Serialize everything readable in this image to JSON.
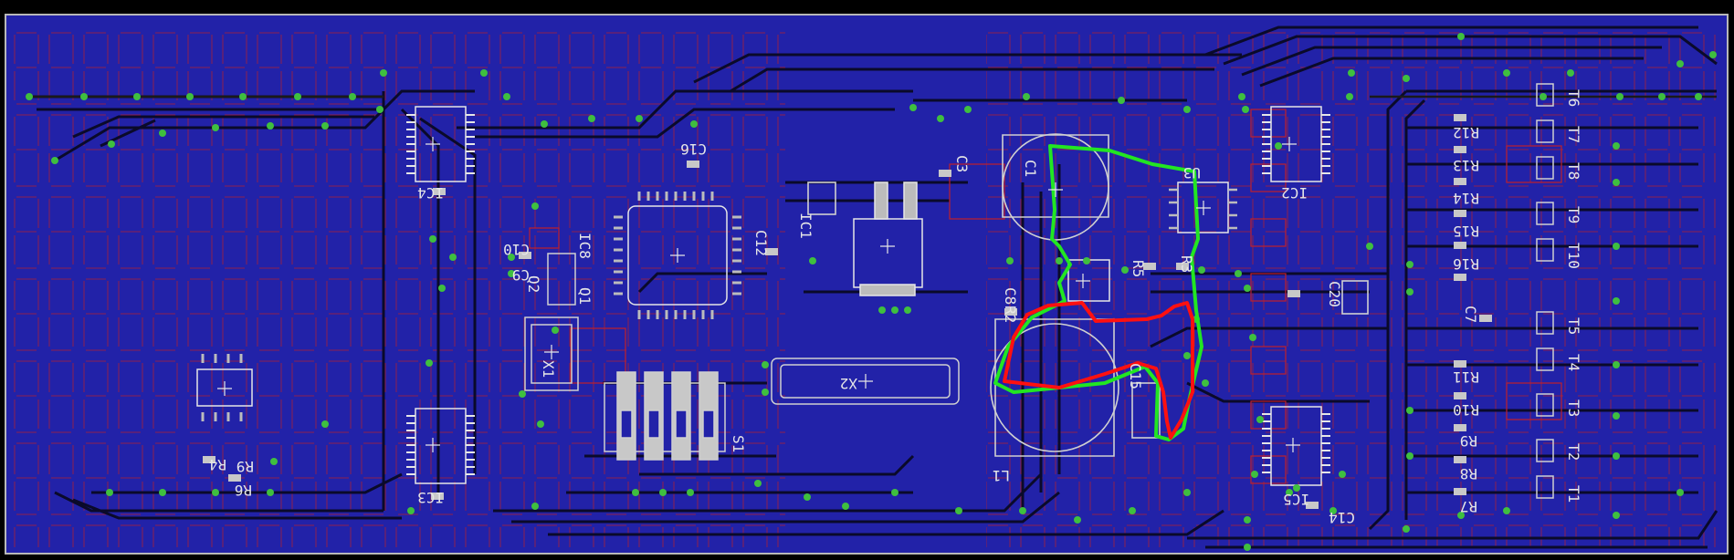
{
  "colors": {
    "background": "#000000",
    "board": "#2222a8",
    "frame": "#b8b8b8",
    "copper_bottom": "#0a0a2a",
    "outline_red": "#c0202a",
    "silk": "#e6e6e6",
    "via": "#3fbf3f",
    "highlight_green": "#22e622",
    "highlight_red": "#ff1010"
  },
  "labels": [
    {
      "id": "C16",
      "text": "C16"
    },
    {
      "id": "IC8",
      "text": "IC8"
    },
    {
      "id": "C12",
      "text": "C12"
    },
    {
      "id": "C10",
      "text": "C10"
    },
    {
      "id": "C9",
      "text": "C9"
    },
    {
      "id": "Q1",
      "text": "Q1"
    },
    {
      "id": "Q2",
      "text": "Q2"
    },
    {
      "id": "X1",
      "text": "X1"
    },
    {
      "id": "X2",
      "text": "X2"
    },
    {
      "id": "S1",
      "text": "S1"
    },
    {
      "id": "IC1",
      "text": "IC1"
    },
    {
      "id": "C3",
      "text": "C3"
    },
    {
      "id": "C1",
      "text": "C1"
    },
    {
      "id": "U3",
      "text": "U3"
    },
    {
      "id": "R5",
      "text": "R5"
    },
    {
      "id": "R3",
      "text": "R3"
    },
    {
      "id": "C8",
      "text": "C8"
    },
    {
      "id": "R2",
      "text": "R2"
    },
    {
      "id": "C20",
      "text": "C20"
    },
    {
      "id": "C7",
      "text": "C7"
    },
    {
      "id": "C15",
      "text": "C15"
    },
    {
      "id": "L1",
      "text": "L1"
    },
    {
      "id": "IC4",
      "text": "IC4"
    },
    {
      "id": "IC2",
      "text": "IC2"
    },
    {
      "id": "IC3",
      "text": "IC3"
    },
    {
      "id": "IC5",
      "text": "IC5"
    },
    {
      "id": "C14",
      "text": "C14"
    },
    {
      "id": "R4",
      "text": "R4"
    },
    {
      "id": "R9b",
      "text": "R9"
    },
    {
      "id": "R6",
      "text": "R6"
    },
    {
      "id": "R12",
      "text": "R12"
    },
    {
      "id": "R13",
      "text": "R13"
    },
    {
      "id": "R14",
      "text": "R14"
    },
    {
      "id": "R15",
      "text": "R15"
    },
    {
      "id": "R16",
      "text": "R16"
    },
    {
      "id": "R11",
      "text": "R11"
    },
    {
      "id": "R10",
      "text": "R10"
    },
    {
      "id": "R9",
      "text": "R9"
    },
    {
      "id": "R8",
      "text": "R8"
    },
    {
      "id": "R7",
      "text": "R7"
    },
    {
      "id": "T6",
      "text": "T6"
    },
    {
      "id": "T7",
      "text": "T7"
    },
    {
      "id": "T8",
      "text": "T8"
    },
    {
      "id": "T9",
      "text": "T9"
    },
    {
      "id": "T10",
      "text": "T10"
    },
    {
      "id": "T5",
      "text": "T5"
    },
    {
      "id": "T4",
      "text": "T4"
    },
    {
      "id": "T3",
      "text": "T3"
    },
    {
      "id": "T2",
      "text": "T2"
    },
    {
      "id": "T1",
      "text": "T1"
    }
  ]
}
